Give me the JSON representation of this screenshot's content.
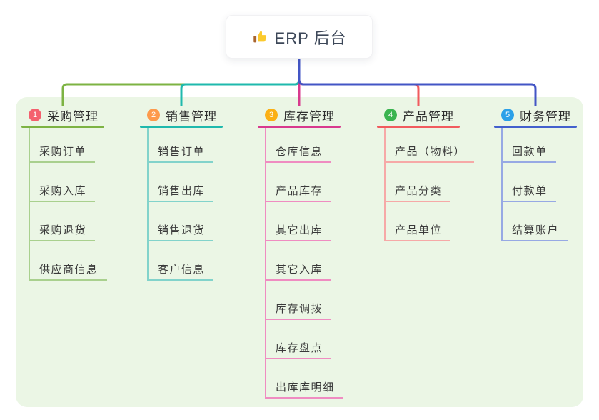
{
  "root": {
    "title": "ERP 后台",
    "icon": "thumbs-up-icon"
  },
  "panel_color": "#ebf6e5",
  "connector_root_color": "#4355c5",
  "branches": [
    {
      "number": "1",
      "label": "采购管理",
      "color": "#7db343",
      "light_color": "#a9d08e",
      "badge_color": "#f4606e",
      "children": [
        "采购订单",
        "采购入库",
        "采购退货",
        "供应商信息"
      ]
    },
    {
      "number": "2",
      "label": "销售管理",
      "color": "#1fb9ad",
      "light_color": "#82d3cb",
      "badge_color": "#fd9a4c",
      "children": [
        "销售订单",
        "销售出库",
        "销售退货",
        "客户信息"
      ]
    },
    {
      "number": "3",
      "label": "库存管理",
      "color": "#d83a8e",
      "light_color": "#ef8cc1",
      "badge_color": "#fbb015",
      "children": [
        "仓库信息",
        "产品库存",
        "其它出库",
        "其它入库",
        "库存调拨",
        "库存盘点",
        "出库库明细"
      ]
    },
    {
      "number": "4",
      "label": "产品管理",
      "color": "#f15b5e",
      "light_color": "#f6a9a7",
      "badge_color": "#3bb450",
      "children": [
        "产品（物料）",
        "产品分类",
        "产品单位"
      ]
    },
    {
      "number": "5",
      "label": "财务管理",
      "color": "#4360cd",
      "light_color": "#97a9e4",
      "badge_color": "#2ba0e8",
      "children": [
        "回款单",
        "付款单",
        "结算账户"
      ]
    }
  ]
}
